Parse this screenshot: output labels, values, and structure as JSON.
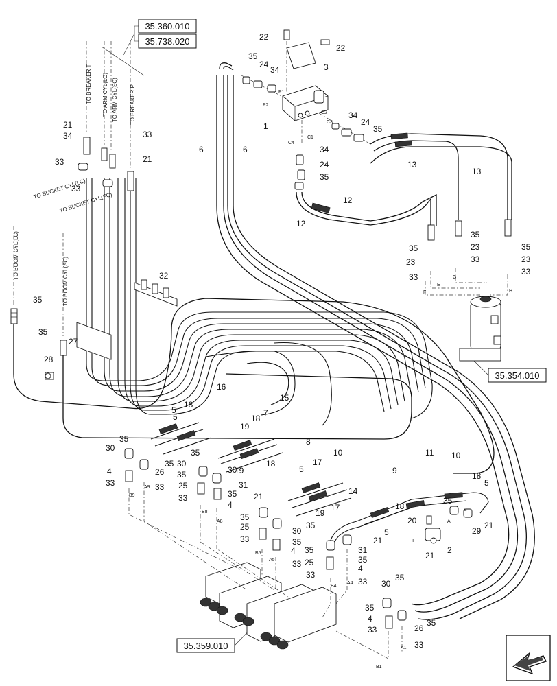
{
  "diagram": {
    "references": [
      "35.360.010",
      "35.738.020",
      "35.354.010",
      "35.359.010"
    ],
    "hose_notes": [
      "TO BREAKER T",
      "TO ARM CYL(LC)",
      "TO ARM CYL(SC)",
      "TO BREAKER P",
      "TO BUCKET CYL(LC)",
      "TO BUCKET CYL(SC)",
      "TO BOOM CYL(LC)",
      "TO BOOM CYL(SC)"
    ],
    "ports": [
      "P1",
      "P2",
      "C2",
      "C3",
      "C1",
      "C4",
      "E",
      "F",
      "G",
      "H",
      "A",
      "B",
      "T",
      "A1",
      "B1",
      "A4",
      "B4",
      "A5",
      "B5",
      "A8",
      "B8",
      "A9",
      "B9"
    ],
    "callouts": [
      "1",
      "2",
      "3",
      "4",
      "5",
      "6",
      "7",
      "8",
      "9",
      "10",
      "11",
      "12",
      "13",
      "14",
      "15",
      "16",
      "17",
      "18",
      "19",
      "20",
      "21",
      "22",
      "23",
      "24",
      "25",
      "26",
      "27",
      "28",
      "29",
      "30",
      "31",
      "32",
      "33",
      "34",
      "35"
    ]
  }
}
